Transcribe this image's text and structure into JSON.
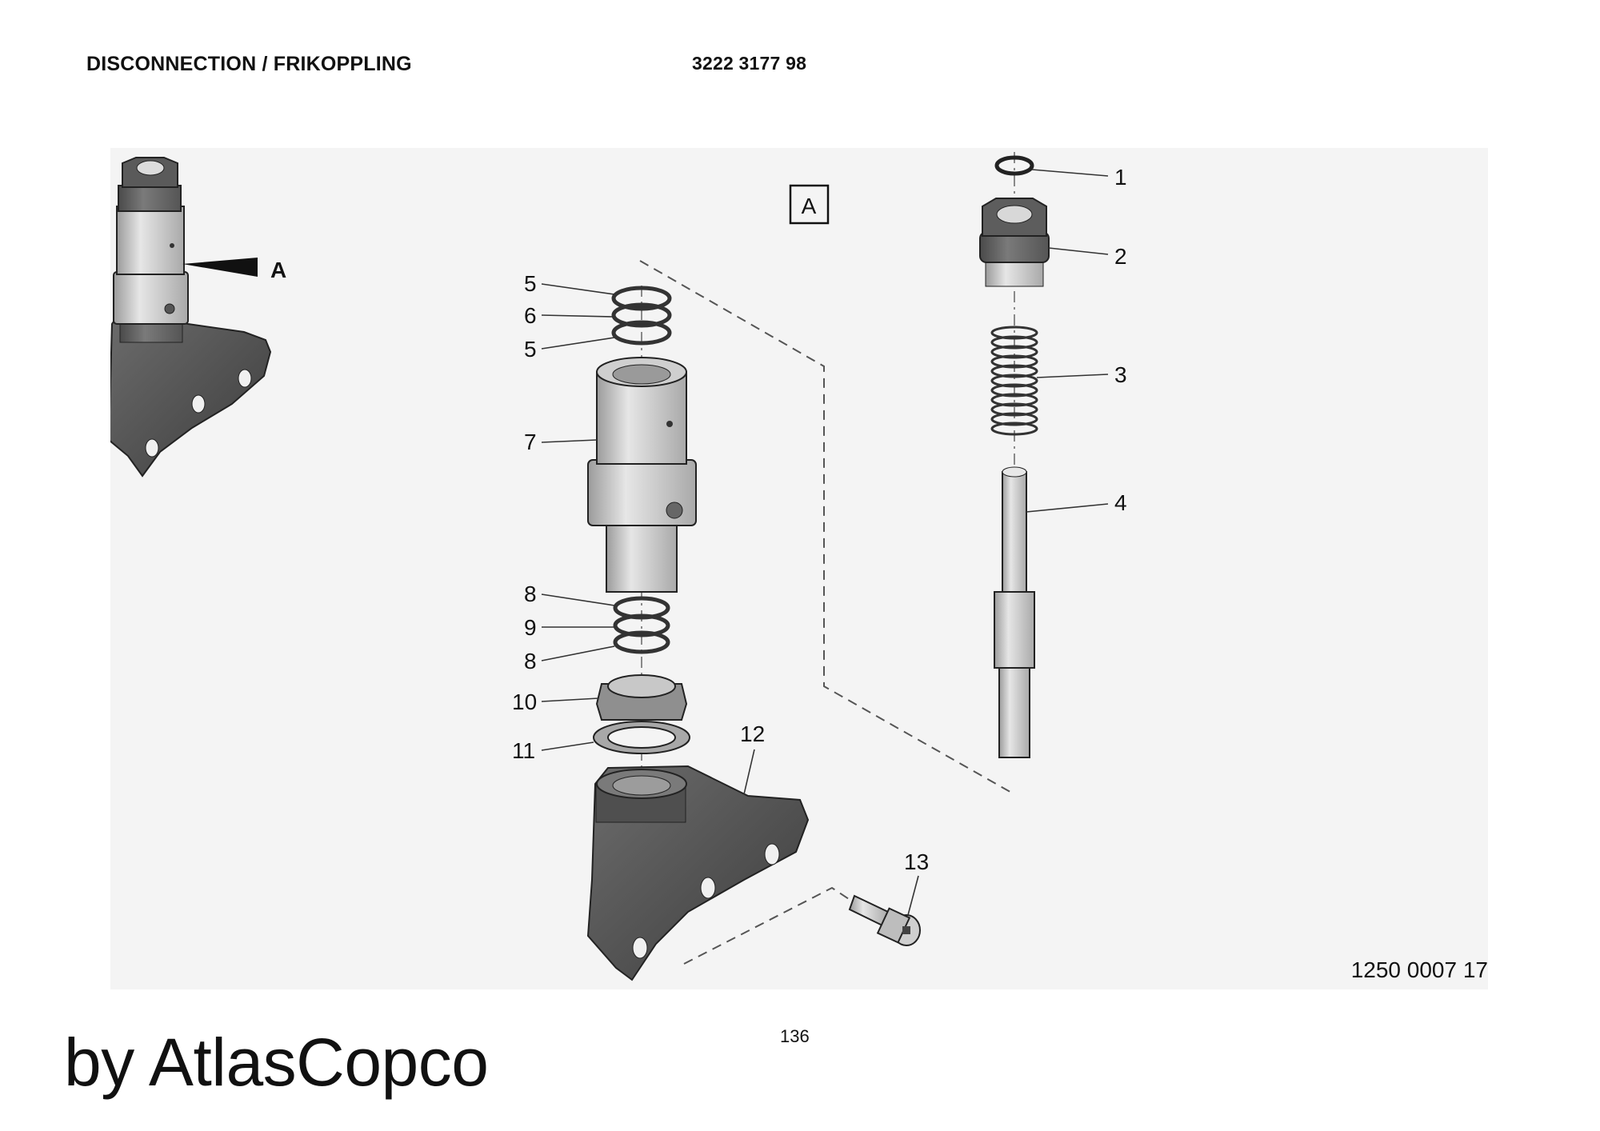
{
  "header": {
    "title": "DISCONNECTION / FRIKOPPLING",
    "part_number": "3222 3177 98"
  },
  "drawing": {
    "detail_marker": "A",
    "overview_pointer_label": "A",
    "callouts": [
      "1",
      "2",
      "3",
      "4",
      "5",
      "6",
      "5",
      "7",
      "8",
      "9",
      "8",
      "10",
      "11",
      "12",
      "13"
    ],
    "drawing_number": "1250 0007 17"
  },
  "footer": {
    "page_number": "136",
    "brand": "by AtlasCopco"
  }
}
